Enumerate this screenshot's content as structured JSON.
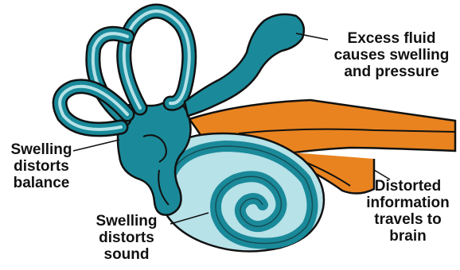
{
  "colors": {
    "labyrinth_fill": "#1a8a9a",
    "cochlea_light": "#b6e2e8",
    "nerve_fill": "#e8831f",
    "outline": "#111111",
    "background": "#ffffff"
  },
  "labels": {
    "fluid": [
      "Excess fluid",
      "causes swelling",
      "and pressure"
    ],
    "balance": [
      "Swelling",
      "distorts",
      "balance"
    ],
    "sound": [
      "Swelling",
      "distorts",
      "sound"
    ],
    "brain": [
      "Distorted",
      "information",
      "travels to",
      "brain"
    ]
  }
}
